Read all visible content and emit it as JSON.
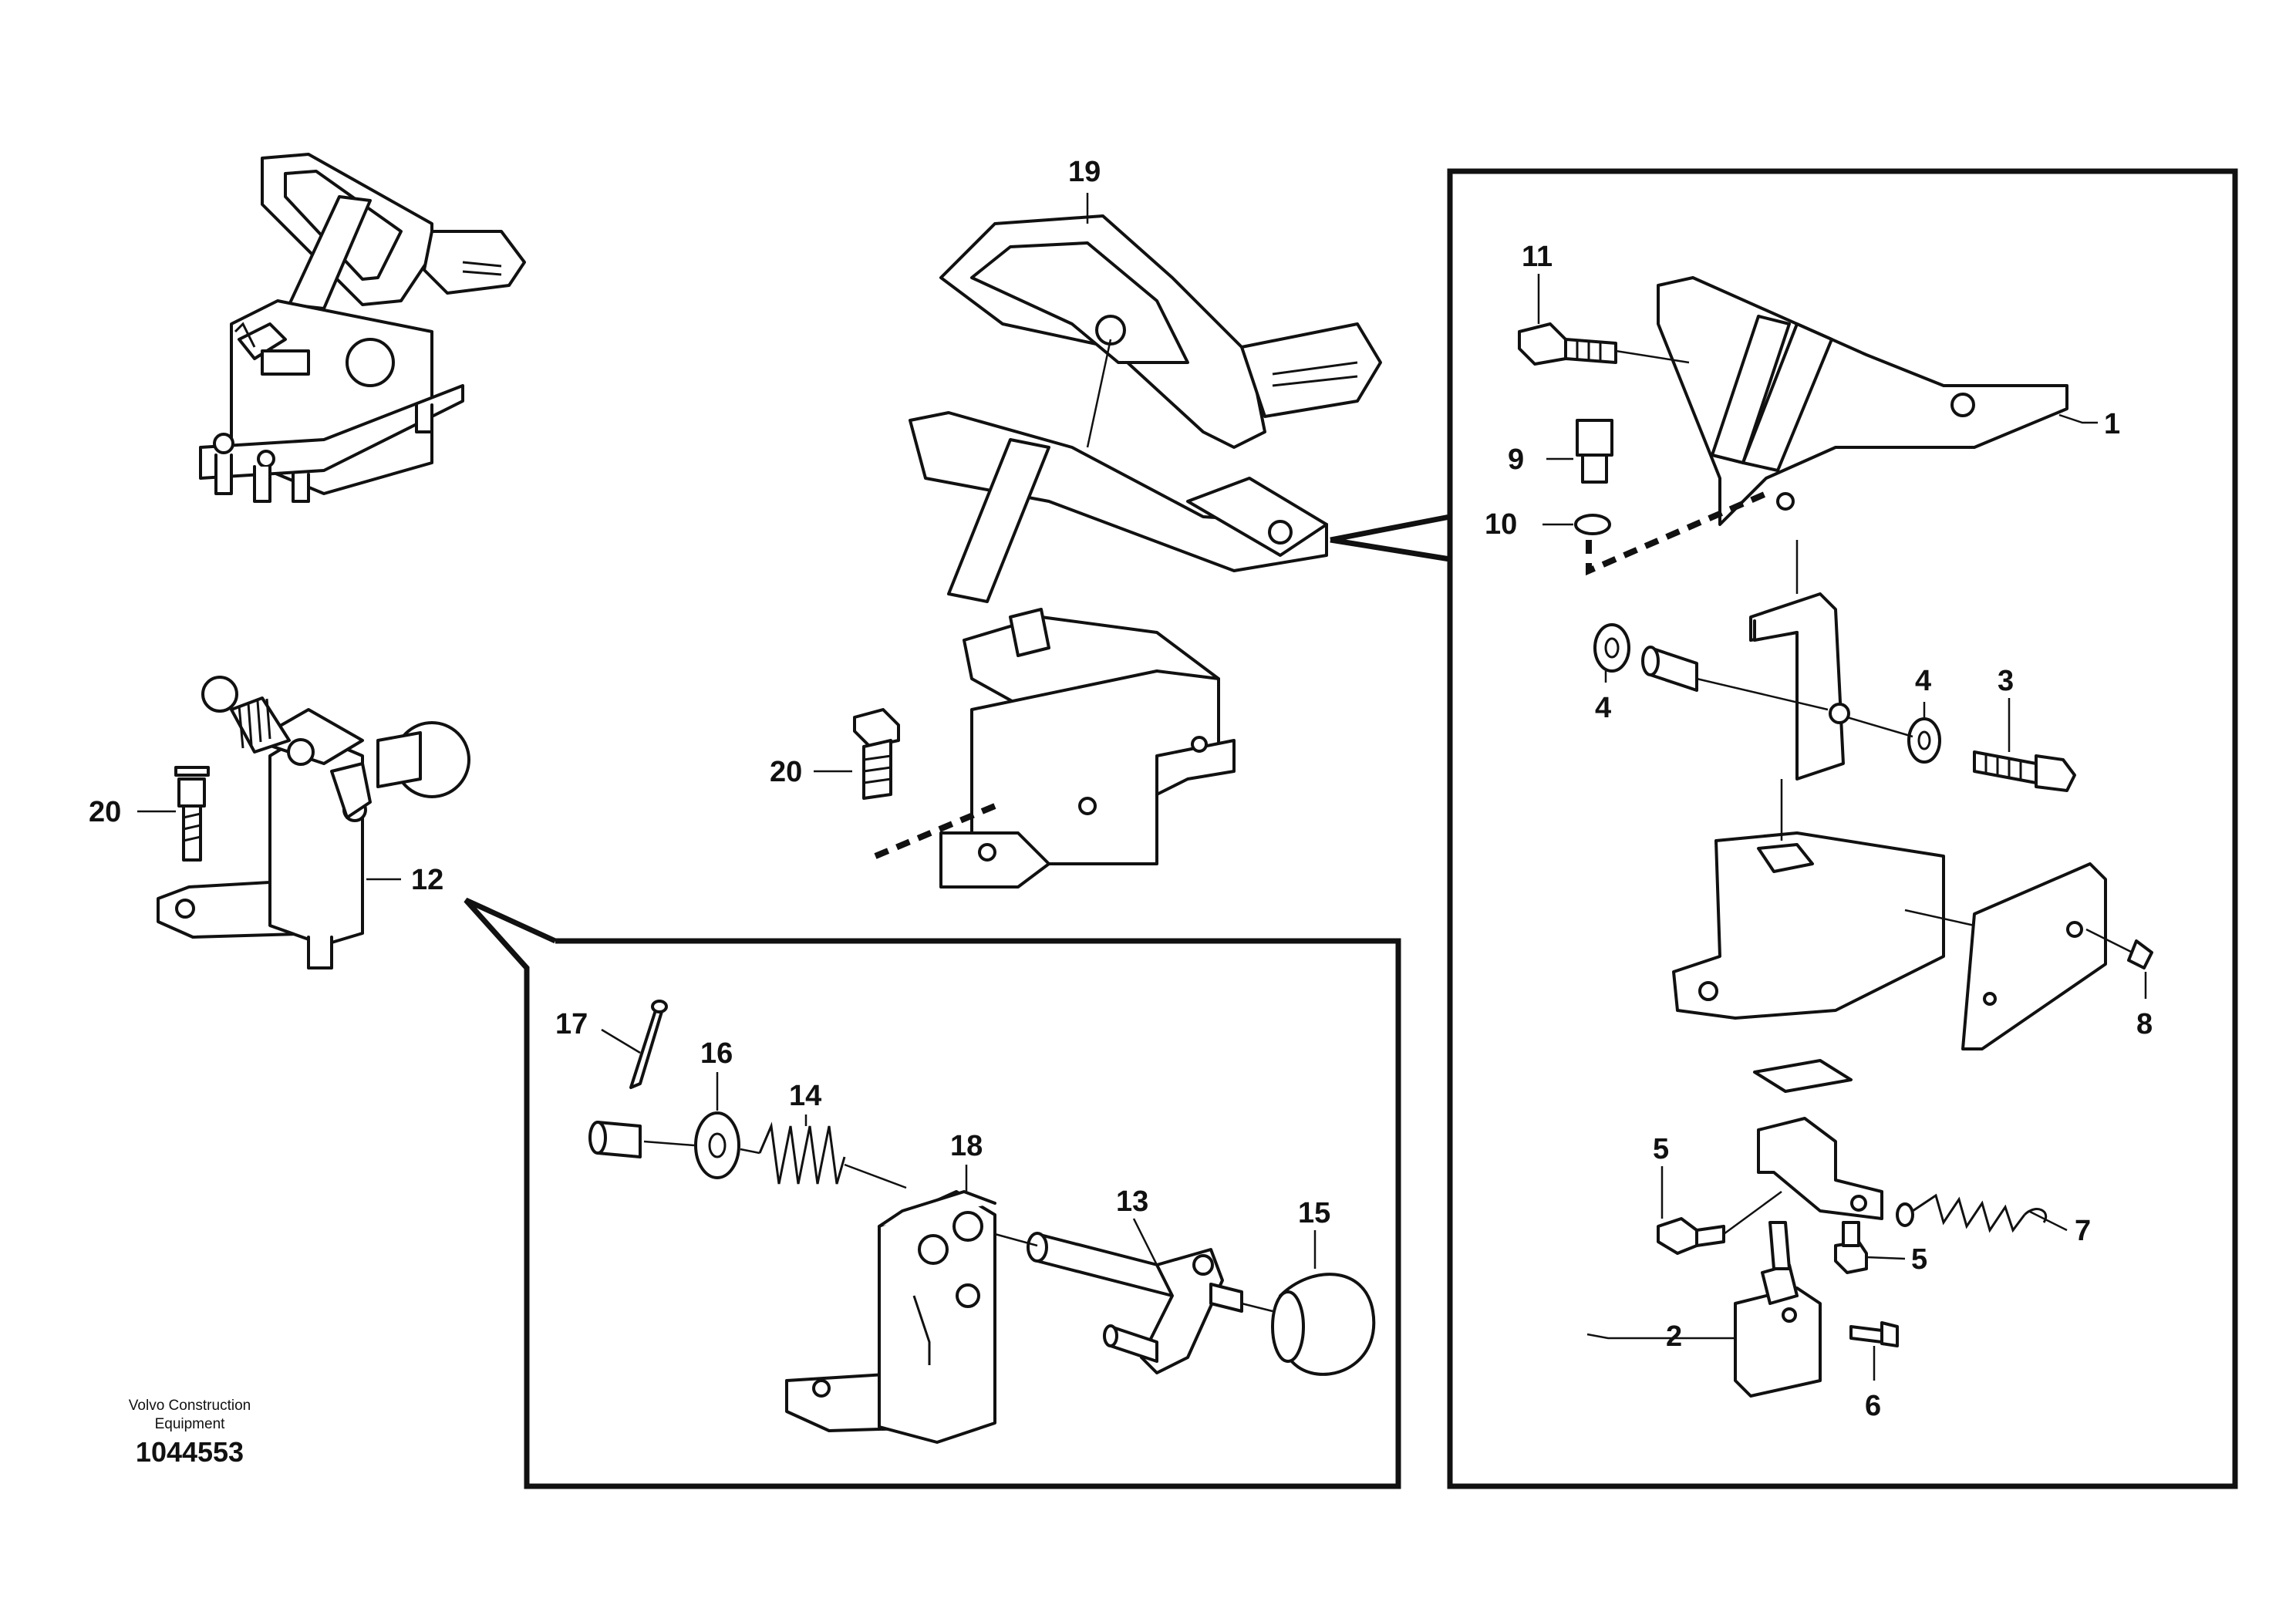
{
  "callouts": {
    "c1": "1",
    "c2": "2",
    "c3": "3",
    "c4a": "4",
    "c4b": "4",
    "c5a": "5",
    "c5b": "5",
    "c6": "6",
    "c7": "7",
    "c8": "8",
    "c9": "9",
    "c10": "10",
    "c11": "11",
    "c12": "12",
    "c13": "13",
    "c14": "14",
    "c15": "15",
    "c16": "16",
    "c17": "17",
    "c18": "18",
    "c19": "19",
    "c20a": "20",
    "c20b": "20"
  },
  "brand": {
    "line1": "Volvo Construction",
    "line2": "Equipment"
  },
  "drawing_number": "1044553"
}
